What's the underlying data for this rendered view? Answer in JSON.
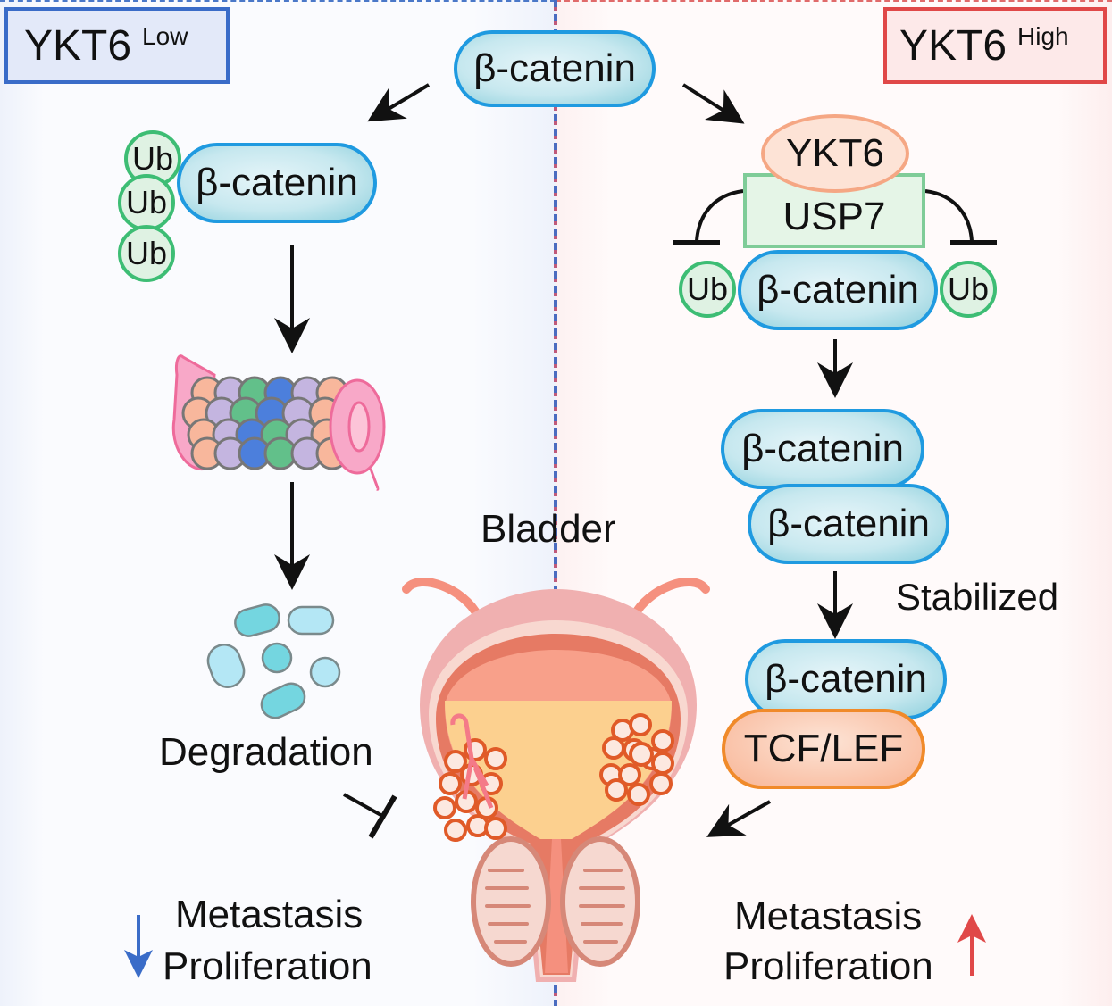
{
  "panels": {
    "left": {
      "title": "YKT6",
      "title_superscript": "Low",
      "border_color": "#3a6cc8",
      "ubiquitin_labels": [
        "Ub",
        "Ub",
        "Ub"
      ],
      "ubiquitinated_protein": "β-catenin",
      "proteasome_label": "proteasome",
      "degradation_label": "Degradation",
      "outcome": {
        "direction": "down",
        "arrow_color": "#3a6cc8",
        "lines": [
          "Metastasis",
          "Proliferation"
        ]
      }
    },
    "right": {
      "title": "YKT6",
      "title_superscript": "High",
      "border_color": "#e04848",
      "complex": {
        "top": "YKT6",
        "middle": "USP7",
        "substrate": "β-catenin",
        "ubiquitin_labels": [
          "Ub",
          "Ub"
        ]
      },
      "stabilized_dimer": [
        "β-catenin",
        "β-catenin"
      ],
      "stabilized_label": "Stabilized",
      "nuclear_complex": {
        "top": "β-catenin",
        "bottom": "TCF/LEF"
      },
      "outcome": {
        "direction": "up",
        "arrow_color": "#e04848",
        "lines": [
          "Metastasis",
          "Proliferation"
        ]
      }
    }
  },
  "center": {
    "source_protein": "β-catenin",
    "organ_label": "Bladder"
  }
}
